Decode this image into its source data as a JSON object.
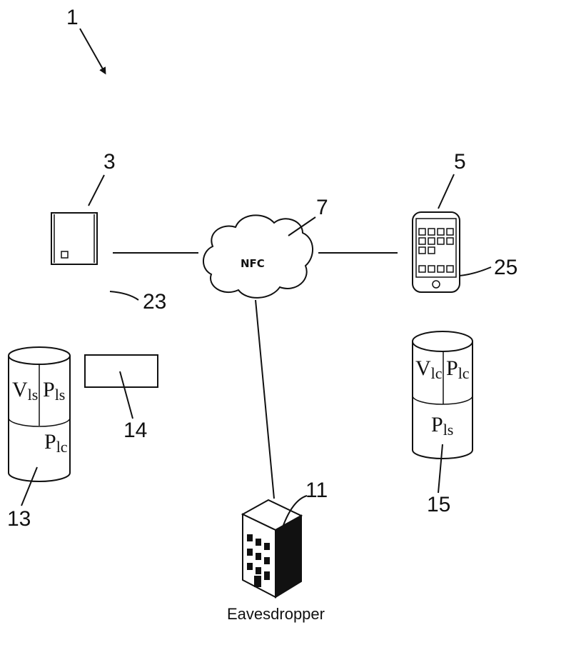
{
  "figure": {
    "refs": {
      "system": "1",
      "server": "3",
      "client": "5",
      "network": "7",
      "eavesdropper": "11",
      "server_db": "13",
      "server_module": "14",
      "client_db": "15",
      "link": "23",
      "client_screen": "25"
    },
    "network_label": "NFC",
    "eavesdropper_caption": "Eavesdropper",
    "server_db": {
      "top_left": {
        "base": "V",
        "sub": "ls"
      },
      "top_right": {
        "base": "P",
        "sub": "ls"
      },
      "bottom": {
        "base": "P",
        "sub": "lc"
      }
    },
    "client_db": {
      "top_left": {
        "base": "V",
        "sub": "lc"
      },
      "top_right": {
        "base": "P",
        "sub": "lc"
      },
      "bottom": {
        "base": "P",
        "sub": "ls"
      }
    }
  }
}
